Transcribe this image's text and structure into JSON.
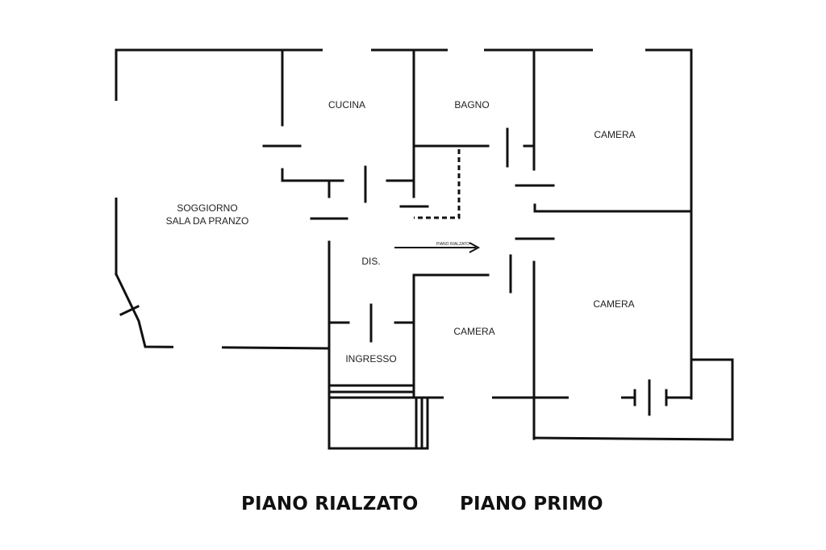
{
  "rooms": {
    "cucina": "CUCINA",
    "bagno": "BAGNO",
    "camera_top_right": "CAMERA",
    "soggiorno_line1": "SOGGIORNO",
    "soggiorno_line2": "SALA DA PRANZO",
    "dis": "DIS.",
    "camera_mid_right": "CAMERA",
    "camera_center": "CAMERA",
    "ingresso": "INGRESSO"
  },
  "stair_arrow_label": "PIANO RIALZATO",
  "floors": {
    "left": "PIANO RIALZATO",
    "right": "PIANO PRIMO"
  }
}
